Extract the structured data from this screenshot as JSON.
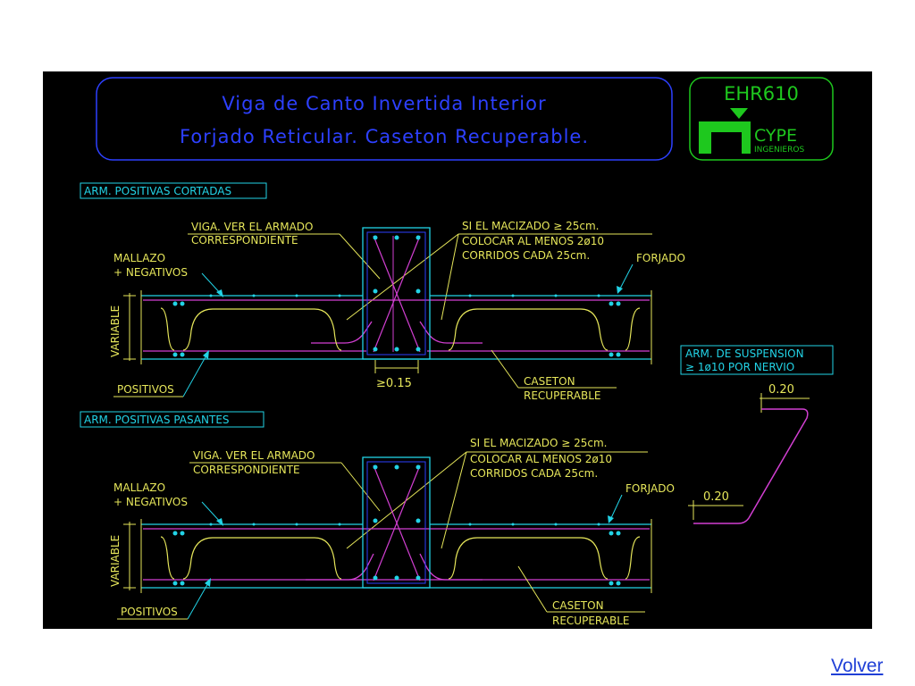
{
  "title": {
    "line1": "Viga  de  Canto  Invertida  Interior",
    "line2": "Forjado  Reticular.  Caseton  Recuperable."
  },
  "logo": {
    "code": "EHR610",
    "brand": "CYPE",
    "sub": "INGENIEROS"
  },
  "section1": {
    "header": "ARM. POSITIVAS CORTADAS",
    "viga_1": "VIGA. VER EL ARMADO",
    "viga_2": "CORRESPONDIENTE",
    "si_1": "SI EL MACIZADO ≥ 25cm.",
    "si_2": "COLOCAR AL MENOS 2ø10",
    "si_3": "CORRIDOS CADA 25cm.",
    "mallazo_1": "MALLAZO",
    "mallazo_2": "+ NEGATIVOS",
    "forjado": "FORJADO",
    "variable": "VARIABLE",
    "positivos": "POSITIVOS",
    "min_width": "≥0.15",
    "caseton_1": "CASETON",
    "caseton_2": "RECUPERABLE"
  },
  "suspension": {
    "label_1": "ARM. DE SUSPENSION",
    "label_2": "≥ 1ø10 POR NERVIO",
    "dim_top": "0.20",
    "dim_bottom": "0.20"
  },
  "section2": {
    "header": "ARM. POSITIVAS PASANTES",
    "viga_1": "VIGA. VER EL ARMADO",
    "viga_2": "CORRESPONDIENTE",
    "si_1": "SI EL MACIZADO ≥ 25cm.",
    "si_2": "COLOCAR AL MENOS 2ø10",
    "si_3": "CORRIDOS CADA 25cm.",
    "mallazo_1": "MALLAZO",
    "mallazo_2": "+ NEGATIVOS",
    "forjado": "FORJADO",
    "variable": "VARIABLE",
    "positivos": "POSITIVOS",
    "caseton_1": "CASETON",
    "caseton_2": "RECUPERABLE"
  },
  "nav": {
    "volver": "Volver"
  },
  "colors": {
    "background": "#000000",
    "cyan": "#22d3e6",
    "yellow": "#e6e65a",
    "magenta": "#d23fd2",
    "blue": "#2d40ff",
    "green": "#1ec81e",
    "white": "#ffffff",
    "link": "#1f3fd6"
  }
}
